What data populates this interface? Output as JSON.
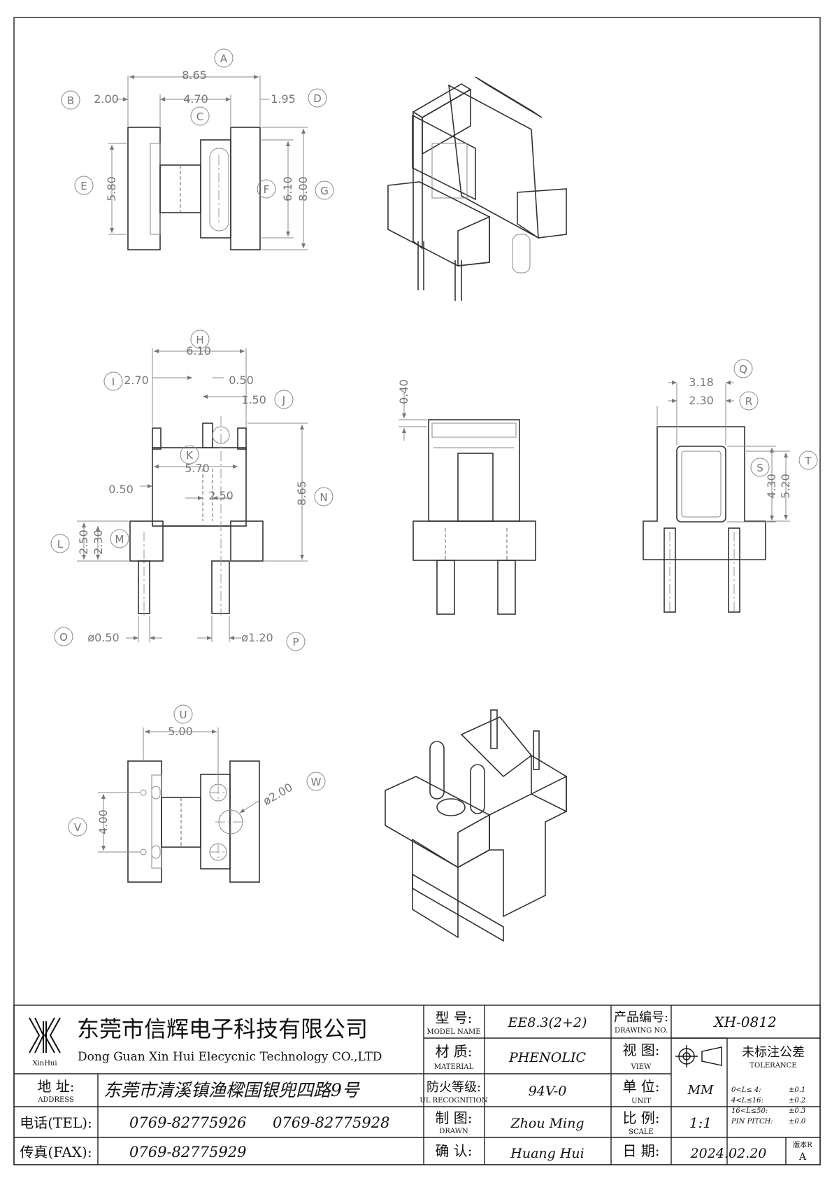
{
  "dimensions": {
    "A": "8.65",
    "B": "2.00",
    "C": "4.70",
    "D": "1.95",
    "E": "5.80",
    "F": "6.10",
    "G": "8.00",
    "H": "6.10",
    "I": "2.70",
    "J1": "0.50",
    "J": "1.50",
    "K": "5.70",
    "K_gap": "0.50",
    "K2": "2.50",
    "N": "8.65",
    "L": "2.50",
    "M": "2.30",
    "O": "ø0.50",
    "P": "ø1.20",
    "side_gap": "0.40",
    "Q": "3.18",
    "R": "2.30",
    "S": "4.30",
    "T": "5.20",
    "U": "5.00",
    "V": "4.00",
    "W": "ø2.00"
  },
  "labels": [
    "A",
    "B",
    "C",
    "D",
    "E",
    "F",
    "G",
    "H",
    "I",
    "J",
    "K",
    "L",
    "M",
    "N",
    "O",
    "P",
    "Q",
    "R",
    "S",
    "T",
    "U",
    "V",
    "W"
  ],
  "title_block": {
    "logo_text": "XinHui",
    "company_cn": "东莞市信辉电子科技有限公司",
    "company_en": "Dong Guan Xin Hui Elecycnic Technology CO.,LTD",
    "address_label_cn": "地  址:",
    "address_label_en": "ADDRESS",
    "address": "东莞市清溪镇渔樑围银兜四路9号",
    "tel_label": "电话(TEL):",
    "tel1": "0769-82775926",
    "tel2": "0769-82775928",
    "fax_label": "传真(FAX):",
    "fax": "0769-82775929",
    "model_label_cn": "型  号:",
    "model_label_en": "MODEL NAME",
    "model": "EE8.3(2+2)",
    "material_label_cn": "材  质:",
    "material_label_en": "MATERIAL",
    "material": "PHENOLIC",
    "ul_label_cn": "防火等级:",
    "ul_label_en": "UL RECOGNITION",
    "ul": "94V-0",
    "drawn_label_cn": "制  图:",
    "drawn_label_en": "DRAWN",
    "drawn": "Zhou Ming",
    "check_label_cn": "确  认:",
    "check": "Huang Hui",
    "drawing_no_label_cn": "产品编号:",
    "drawing_no_label_en": "DRAWING NO.",
    "drawing_no": "XH-0812",
    "view_label_cn": "视  图:",
    "view_label_en": "VIEW",
    "unit_label_cn": "单  位:",
    "unit_label_en": "UNIT",
    "unit": "MM",
    "scale_label_cn": "比  例:",
    "scale_label_en": "SCALE",
    "scale": "1:1",
    "date_label_cn": "日  期:",
    "date": "2024.02.20",
    "tolerance_label_cn": "未标注公差",
    "tolerance_label_en": "TOLERANCE",
    "tol_rows": [
      [
        "0<L≤ 4:",
        "±0.1"
      ],
      [
        "4<L≤16:",
        "±0.2"
      ],
      [
        "16<L≤50:",
        "±0.3"
      ],
      [
        "PIN PITCH:",
        "±0.0"
      ]
    ],
    "version_label": "版本R",
    "version": "A"
  }
}
